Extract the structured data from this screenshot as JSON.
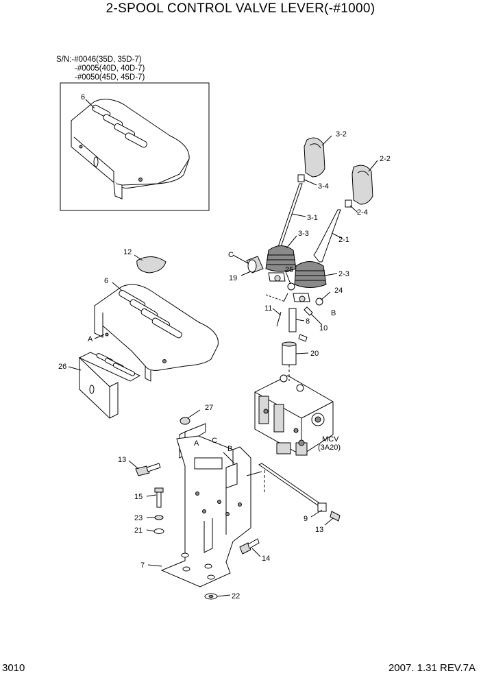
{
  "title": "2-SPOOL CONTROL VALVE LEVER(-#1000)",
  "serial_notes": [
    "S/N:-#0046(35D, 35D-7)",
    "-#0005(40D, 40D-7)",
    "-#0050(45D, 45D-7)"
  ],
  "labels": {
    "p6_inset": "6",
    "p3_2": "3-2",
    "p3_4": "3-4",
    "p3_1": "3-1",
    "p3_3": "3-3",
    "p2_2": "2-2",
    "p2_4": "2-4",
    "p2_1": "2-1",
    "p2_3": "2-3",
    "p12": "12",
    "p6": "6",
    "pA": "A",
    "p26": "26",
    "pC": "C",
    "p19": "19",
    "p25": "25",
    "p24": "24",
    "p11": "11",
    "pB": "B",
    "p8": "8",
    "p10": "10",
    "p20": "20",
    "mcv1": "MCV",
    "mcv2": "(3A20)",
    "p27": "27",
    "pA2": "A",
    "pC2": "C",
    "pB2": "B",
    "p13a": "13",
    "p15": "15",
    "p23": "23",
    "p21": "21",
    "p7": "7",
    "p22": "22",
    "p14": "14",
    "p9": "9",
    "p13b": "13"
  },
  "page_number": "3010",
  "revision": "2007. 1.31 REV.7A"
}
